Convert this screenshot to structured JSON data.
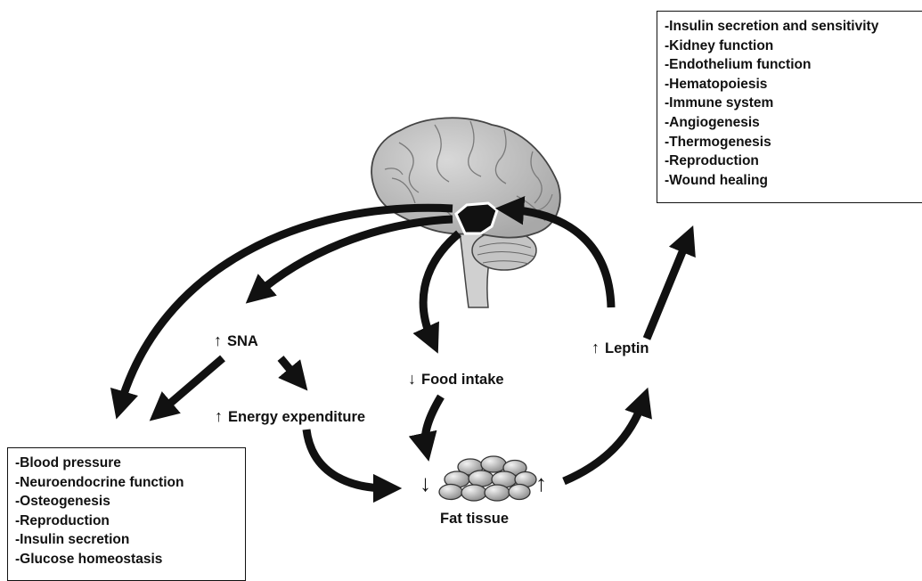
{
  "top_box": {
    "items": [
      "-Insulin secretion and sensitivity",
      "-Kidney function",
      "-Endothelium function",
      "-Hematopoiesis",
      "-Immune system",
      "-Angiogenesis",
      "-Thermogenesis",
      "-Reproduction",
      "-Wound healing"
    ]
  },
  "bottom_box": {
    "items": [
      "-Blood pressure",
      "-Neuroendocrine function",
      "-Osteogenesis",
      "-Reproduction",
      "-Insulin secretion",
      "-Glucose homeostasis"
    ]
  },
  "labels": {
    "sna": {
      "symbol": "↑",
      "text": "SNA"
    },
    "energy": {
      "symbol": "↑",
      "text": "Energy expenditure"
    },
    "food": {
      "symbol": "↓",
      "text": "Food intake"
    },
    "leptin": {
      "symbol": "↑",
      "text": "Leptin"
    },
    "fat": {
      "text": "Fat tissue",
      "left_symbol": "↓",
      "right_symbol": "↑"
    }
  },
  "colors": {
    "arrow": "#111111",
    "brain": "#bdbdbd",
    "brainstem": "#d0d0d0",
    "fat_cell": "#a9a9a9"
  },
  "icons": {
    "brain": "brain-icon",
    "hypothalamus": "hypothalamus-icon",
    "fat_cells": "fat-cells-icon"
  }
}
